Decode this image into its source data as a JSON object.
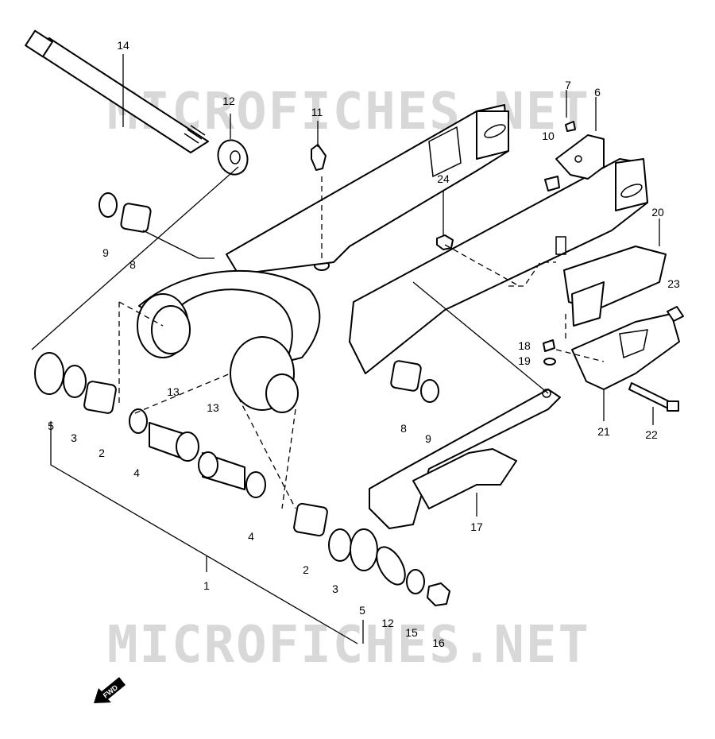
{
  "watermark": {
    "top": "MICROFICHES.NET",
    "bottom": "MICROFICHES.NET"
  },
  "direction_badge": "FWD",
  "callouts": {
    "c1": "1",
    "c2a": "2",
    "c2b": "2",
    "c3a": "3",
    "c3b": "3",
    "c4a": "4",
    "c4b": "4",
    "c5a": "5",
    "c5b": "5",
    "c6": "6",
    "c7": "7",
    "c8a": "8",
    "c8b": "8",
    "c9a": "9",
    "c9b": "9",
    "c10": "10",
    "c11": "11",
    "c12a": "12",
    "c12b": "12",
    "c13a": "13",
    "c13b": "13",
    "c14": "14",
    "c15": "15",
    "c16": "16",
    "c17": "17",
    "c18": "18",
    "c19": "19",
    "c20": "20",
    "c21": "21",
    "c22": "22",
    "c23": "23",
    "c24": "24"
  }
}
